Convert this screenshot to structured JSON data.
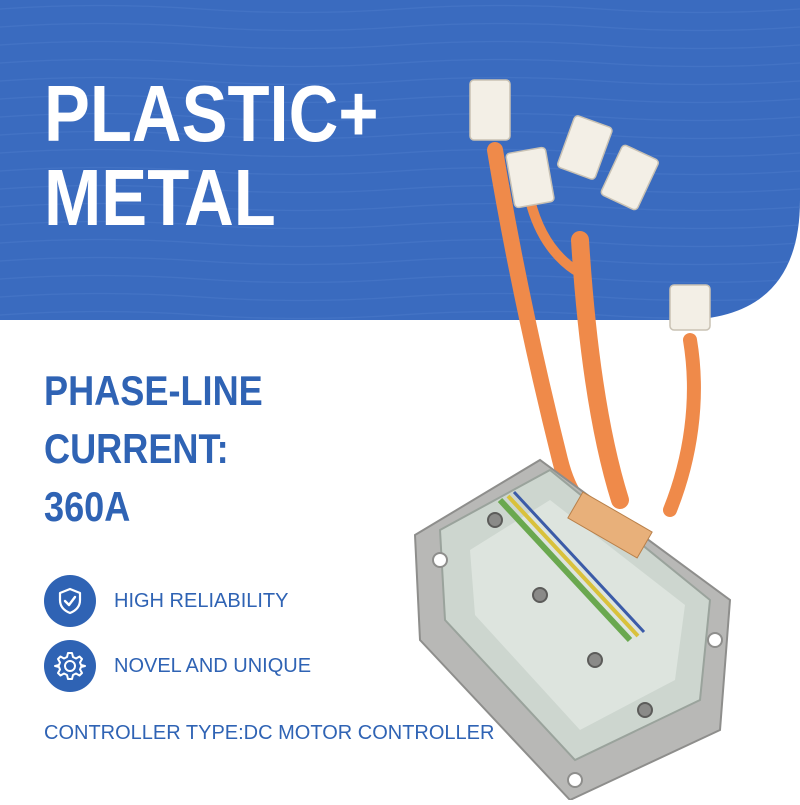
{
  "title": {
    "line1": "PLASTIC+",
    "line2": "METAL"
  },
  "phase": {
    "line1": "PHASE-LINE",
    "line2": "CURRENT:",
    "line3": "360A"
  },
  "features": [
    {
      "label": "HIGH RELIABILITY",
      "icon": "shield-check-icon"
    },
    {
      "label": "NOVEL AND UNIQUE",
      "icon": "gear-icon"
    }
  ],
  "controller_type": "CONTROLLER TYPE:DC MOTOR CONTROLLER",
  "colors": {
    "banner_blue": "#3a6bbf",
    "text_blue": "#2f63b4",
    "wire_orange": "#ef8a4a",
    "background": "#ffffff"
  }
}
